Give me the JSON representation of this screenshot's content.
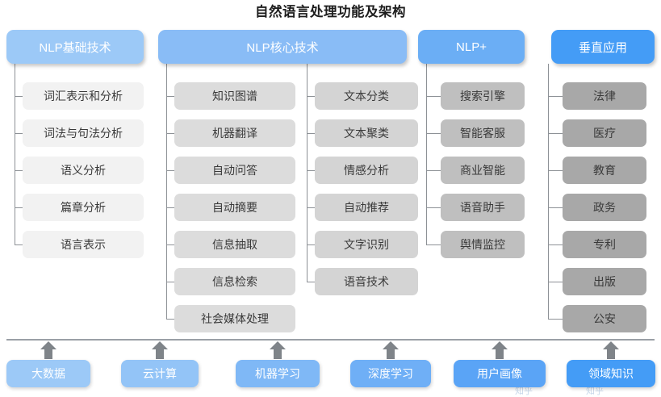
{
  "title": "自然语言处理功能及架构",
  "colors": {
    "header_light": "#9CC9F7",
    "header_mid": "#89BCF6",
    "header_nlp_plus": "#6BAEF5",
    "header_vertical": "#449CF6",
    "node_col1": "#F2F2F2",
    "node_col2": "#DCDCDC",
    "node_col3": "#D4D4D4",
    "node_col4": "#BFBFBF",
    "node_col5": "#A8A8A8",
    "connector": "#8D9196",
    "baseline": "#9AA0A6",
    "arrow": "#7F8489",
    "title_text": "#1D1D1D",
    "node_text": "#3A3A3A"
  },
  "columns": [
    {
      "id": "nlp-basic",
      "header": "NLP基础技术",
      "items": [
        "词汇表示和分析",
        "词法与句法分析",
        "语义分析",
        "篇章分析",
        "语言表示"
      ]
    },
    {
      "id": "nlp-core",
      "header": "NLP核心技术",
      "subcolumns": [
        {
          "id": "nlp-core-left",
          "items": [
            "知识图谱",
            "机器翻译",
            "自动问答",
            "自动摘要",
            "信息抽取",
            "信息检索",
            "社会媒体处理"
          ]
        },
        {
          "id": "nlp-core-right",
          "items": [
            "文本分类",
            "文本聚类",
            "情感分析",
            "自动推荐",
            "文字识别",
            "语音技术"
          ]
        }
      ]
    },
    {
      "id": "nlp-plus",
      "header": "NLP+",
      "items": [
        "搜索引擎",
        "智能客服",
        "商业智能",
        "语音助手",
        "舆情监控"
      ]
    },
    {
      "id": "vertical-application",
      "header": "垂直应用",
      "items": [
        "法律",
        "医疗",
        "教育",
        "政务",
        "专利",
        "出版",
        "公安"
      ]
    }
  ],
  "foundation": {
    "items": [
      "大数据",
      "云计算",
      "机器学习",
      "深度学习",
      "用户画像",
      "领域知识"
    ]
  },
  "watermark": "知乎"
}
